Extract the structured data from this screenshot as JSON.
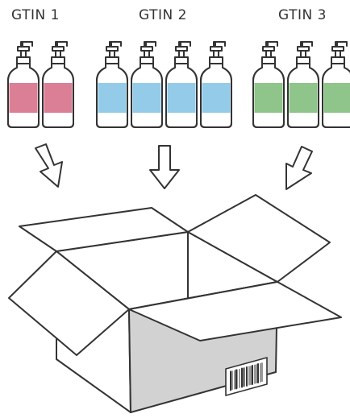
{
  "groups": [
    {
      "label": "GTIN 1",
      "bottle_count": 2,
      "color": "#db7f96"
    },
    {
      "label": "GTIN 2",
      "bottle_count": 4,
      "color": "#94cbe8"
    },
    {
      "label": "GTIN 3",
      "bottle_count": 3,
      "color": "#8fc58a"
    }
  ],
  "stroke_color": "#333333",
  "box_side_color": "#d2d2d2",
  "icons": [
    "bottle-icon",
    "down-arrow-icon",
    "open-box-icon",
    "barcode-icon"
  ]
}
